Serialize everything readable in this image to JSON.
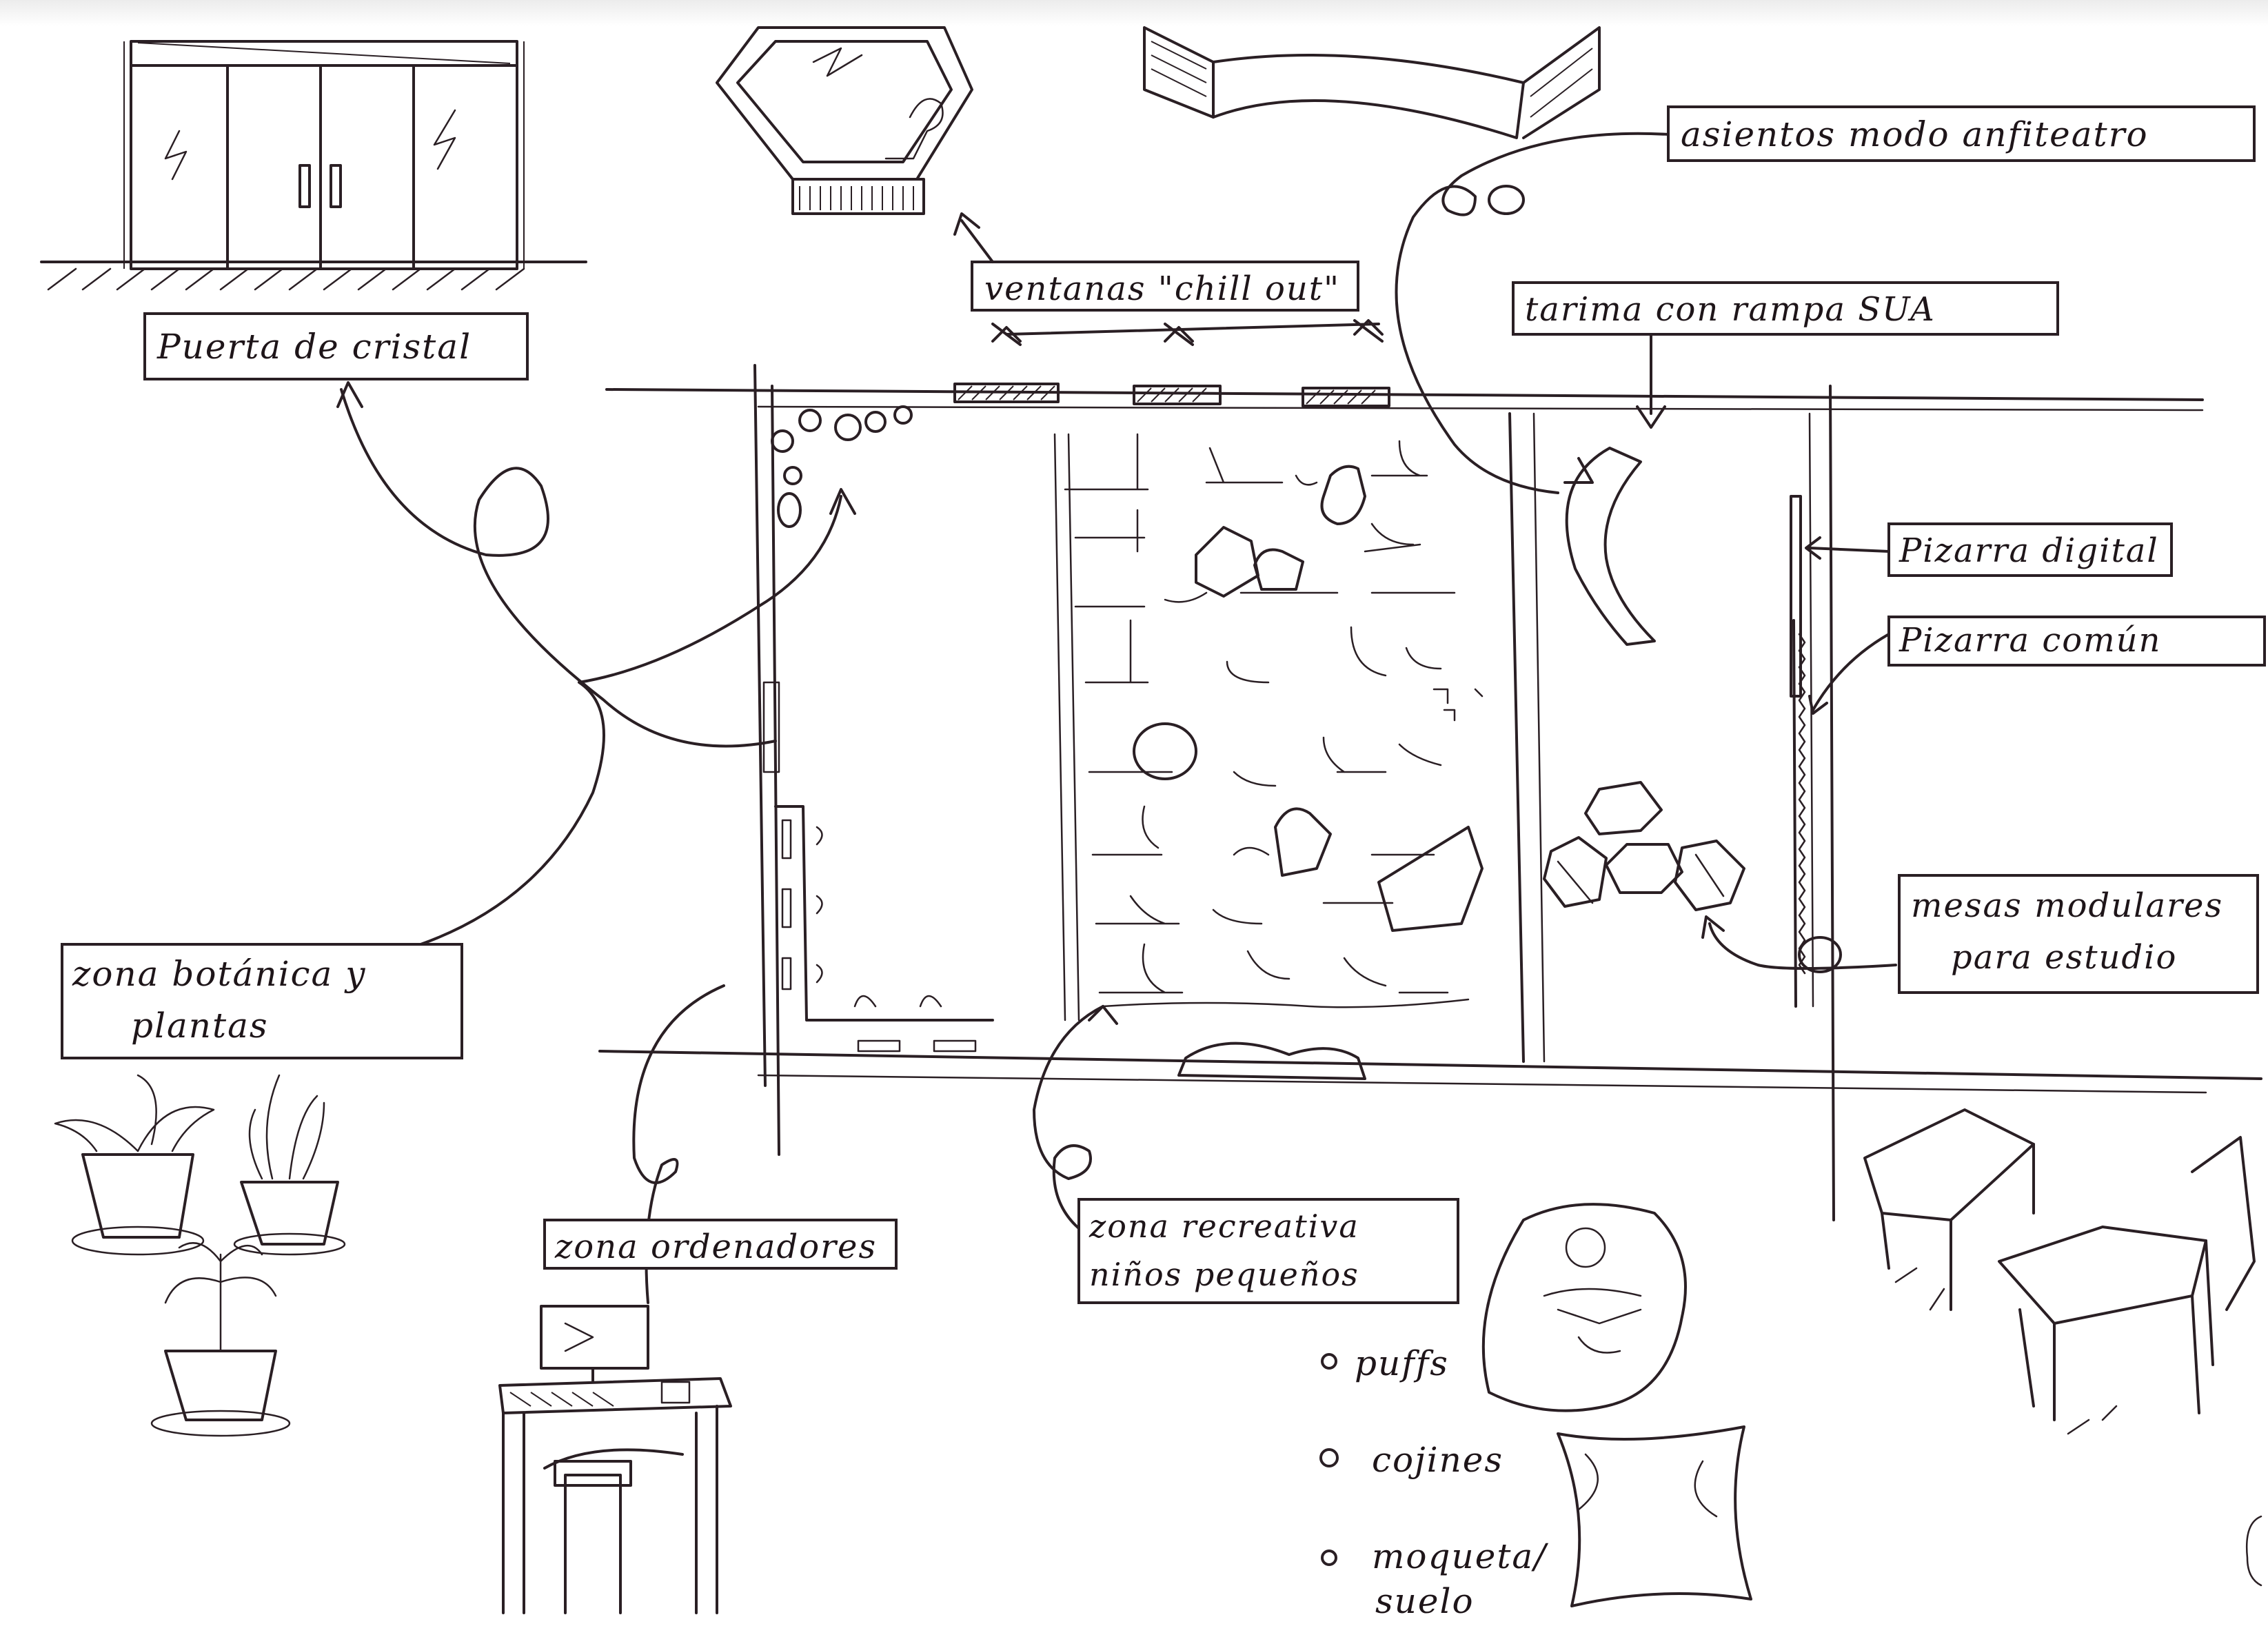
{
  "labels": {
    "puerta": "Puerta de cristal",
    "ventanas": "ventanas \"chill out\"",
    "asientos": "asientos modo anfiteatro",
    "tarima": "tarima con rampa SUA",
    "pizarra_digital": "Pizarra digital",
    "pizarra_comun": "Pizarra común",
    "mesas_line1": "mesas modulares",
    "mesas_line2": "para estudio",
    "botanica_line1": "zona botánica y",
    "botanica_line2": "plantas",
    "ordenadores": "zona ordenadores",
    "recreativa_line1": "zona recreativa",
    "recreativa_line2": "niños pequeños"
  },
  "bullets": {
    "puffs": "puffs",
    "cojines": "cojines",
    "moqueta_line1": "moqueta/",
    "moqueta_line2": "suelo"
  },
  "colors": {
    "ink": "#2a1f24",
    "paper": "#ffffff"
  }
}
